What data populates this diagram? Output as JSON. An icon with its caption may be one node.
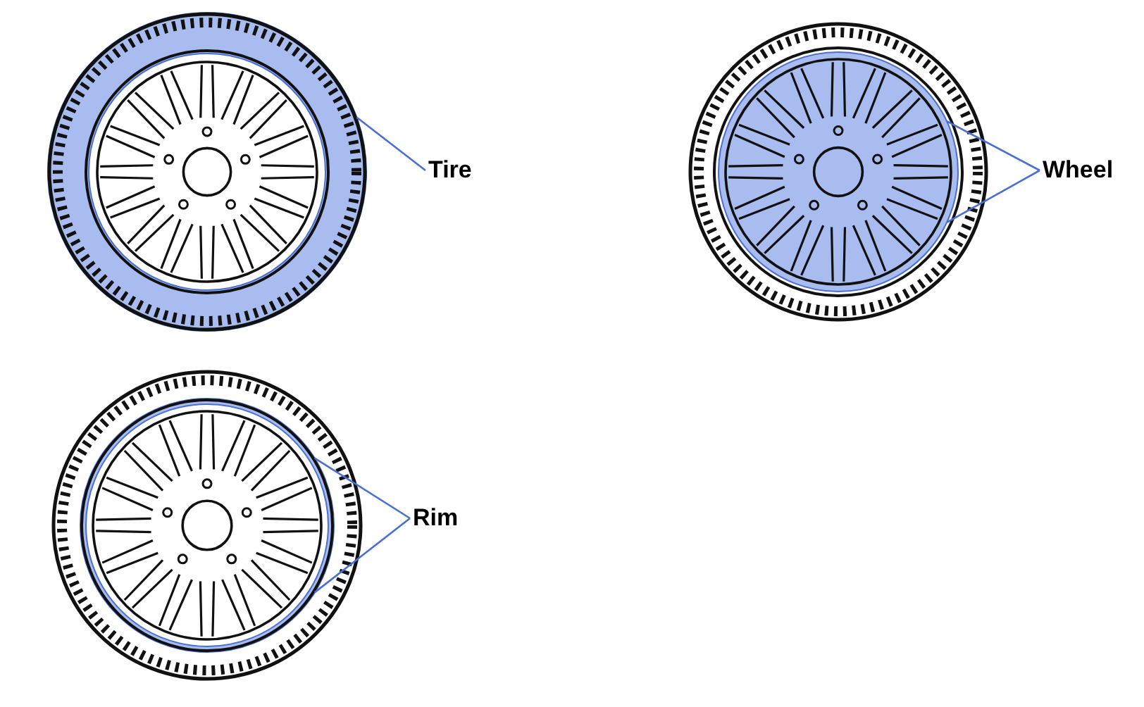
{
  "diagram": {
    "nodes": [
      {
        "text": [
          "Tire"
        ]
      },
      {
        "text": [],
        "shape": "picture"
      },
      {
        "text": [
          "Wheel"
        ]
      },
      {
        "text": [],
        "shape": "picture"
      },
      {
        "text": [
          "Rim"
        ]
      },
      {
        "text": [],
        "shape": "picture"
      }
    ],
    "edges": [
      {
        "from": 0,
        "to": 1,
        "arrow": "none"
      },
      {
        "from": 2,
        "to": 3,
        "arrow": "none"
      },
      {
        "from": 2,
        "to": 3,
        "arrow": "none"
      },
      {
        "from": 4,
        "to": 5,
        "arrow": "none"
      },
      {
        "from": 4,
        "to": 5,
        "arrow": "none"
      }
    ]
  }
}
